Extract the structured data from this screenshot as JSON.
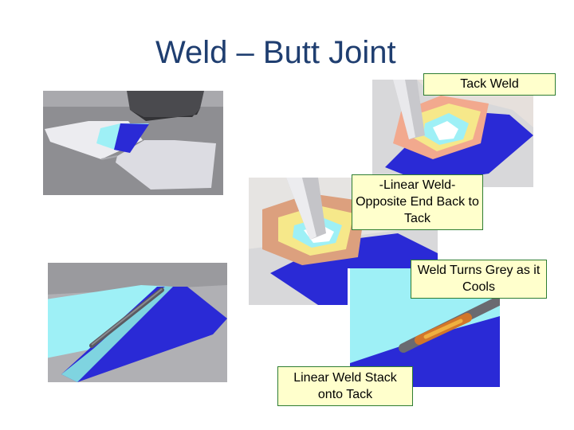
{
  "slide": {
    "title": "Weld – Butt Joint"
  },
  "labels": {
    "tack_weld": "Tack Weld",
    "linear_weld": "-Linear Weld-Opposite End Back to Tack",
    "weld_grey": "Weld Turns Grey as it Cools",
    "linear_stack": "Linear Weld Stack onto Tack"
  },
  "colors": {
    "title": "#1f3e70",
    "plate_blue": "#2a2ad6",
    "plate_cyan": "#9ef0f6",
    "plate_white": "#ececf0",
    "background_grey": "#8e8e92",
    "label_fill": "#ffffcc",
    "label_border": "#2e7d32"
  }
}
